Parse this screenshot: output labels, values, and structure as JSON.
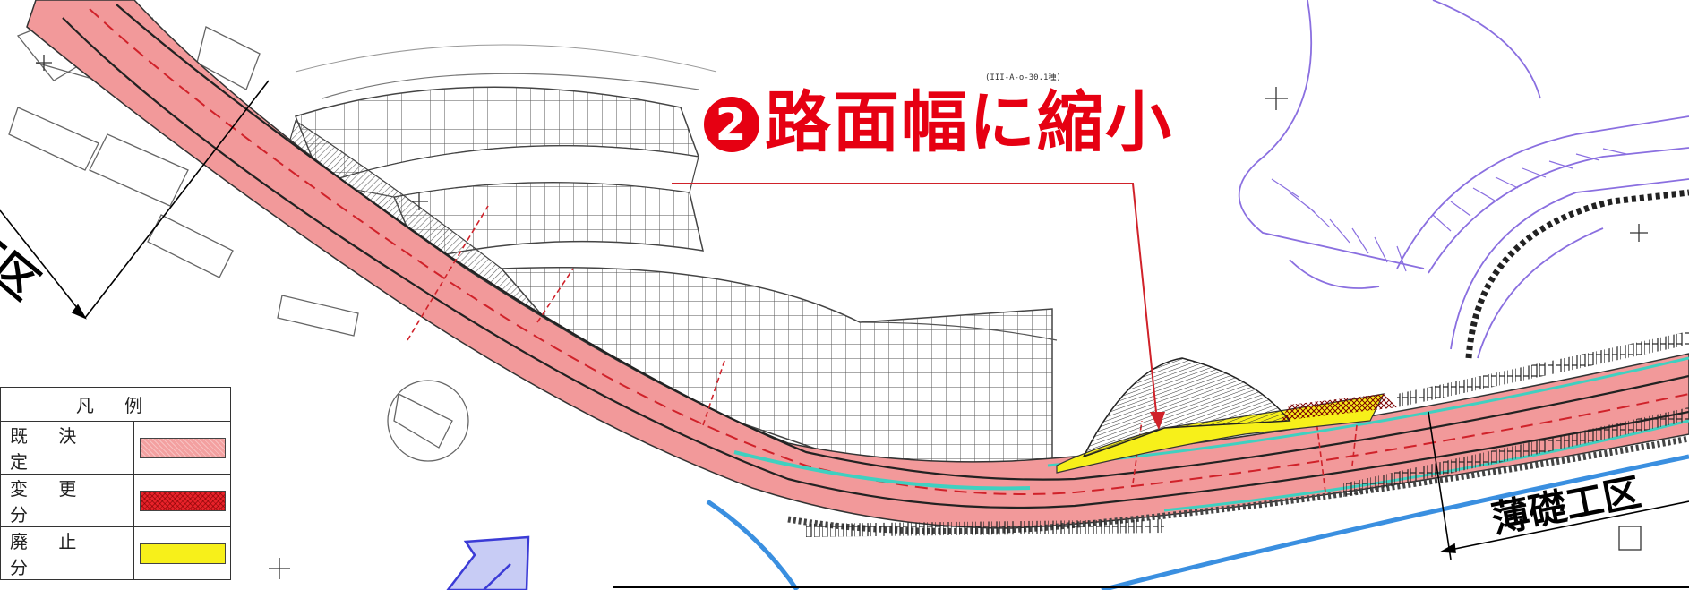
{
  "callout": {
    "number": "2",
    "text": "路面幅に縮小"
  },
  "sections": {
    "right": "薄礎工区",
    "left": "工区"
  },
  "drawing_note": "(III-A-o-30.1種)",
  "legend": {
    "title": "凡 例",
    "items": [
      {
        "label": "既 決 定",
        "color": "#f3a0a0"
      },
      {
        "label": "変 更 分",
        "color": "#e8222a"
      },
      {
        "label": "廃 止 分",
        "color": "#f7f01a"
      }
    ]
  },
  "colors": {
    "road": "#f2999a",
    "callout": "#e60012",
    "abandoned": "#f7f01a",
    "water": "#3a8fe0",
    "contour_purple": "#8a6fe0",
    "arrow": "#3b3bd6"
  }
}
